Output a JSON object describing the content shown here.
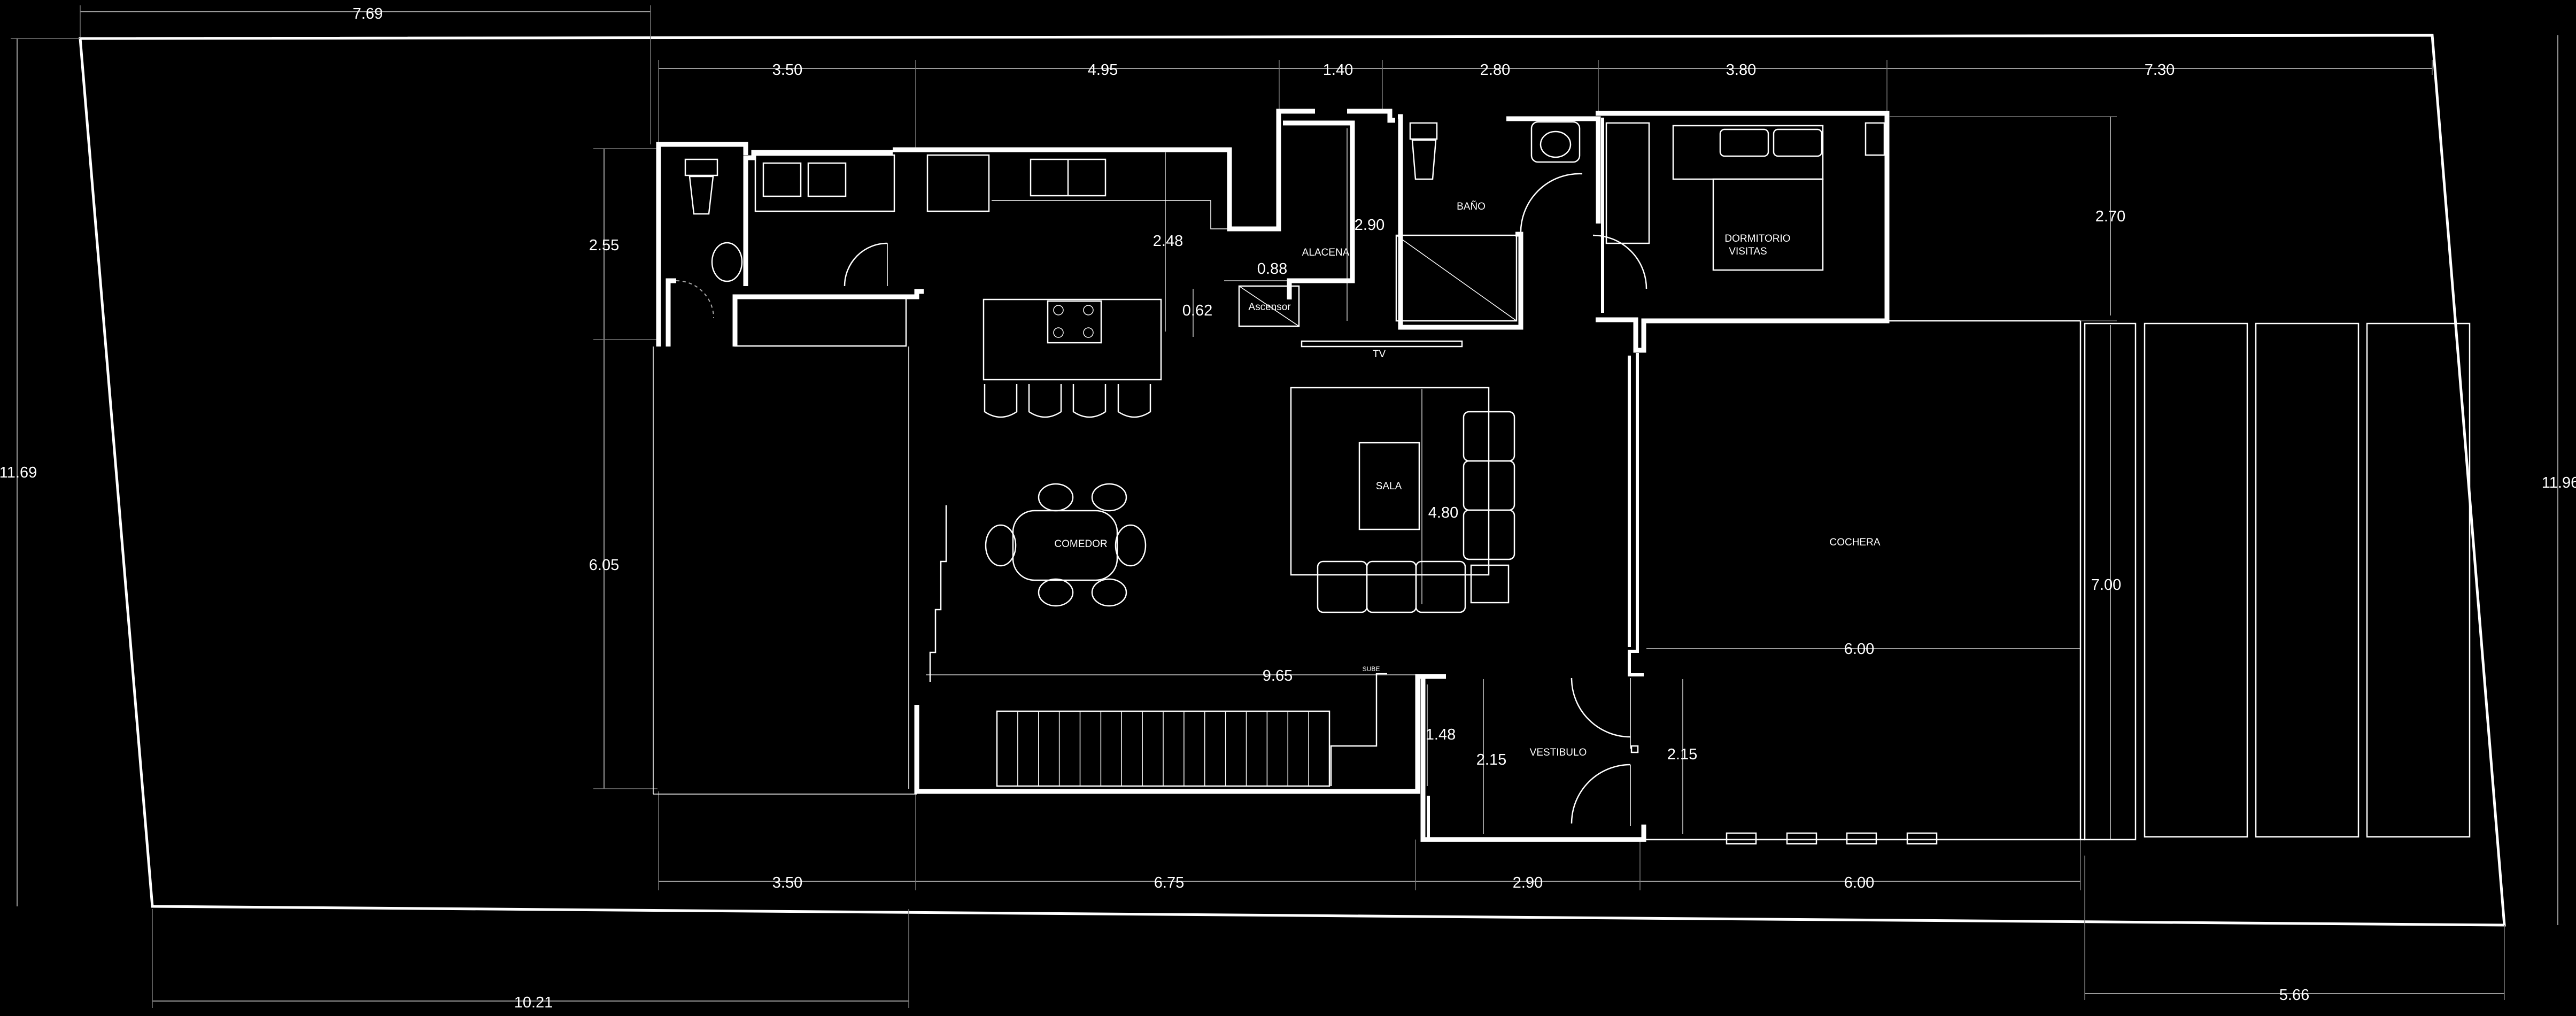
{
  "plan": {
    "rooms": {
      "bano": "BAÑO",
      "alacena": "ALACENA",
      "dormitorio_line1": "DORMITORIO",
      "dormitorio_line2": "VISITAS",
      "ascensor": "Ascensor",
      "tv": "TV",
      "sala": "SALA",
      "comedor": "COMEDOR",
      "cochera": "COCHERA",
      "vestibulo": "VESTIBULO",
      "sube": "SUBE"
    },
    "dimensions": {
      "top_lot": "7.69",
      "top_1": "3.50",
      "top_2": "4.95",
      "top_3": "1.40",
      "top_4": "2.80",
      "top_5": "3.80",
      "top_6": "7.30",
      "left_lot": "11.69",
      "right_lot": "11.96",
      "left_1": "2.55",
      "left_2": "6.05",
      "kitchen_depth": "2.48",
      "alacena_depth": "2.90",
      "ascensor_w": "0.88",
      "ascensor_d": "0.62",
      "sala_depth": "4.80",
      "interior_width": "9.65",
      "dormitorio_depth": "2.70",
      "cochera_depth": "7.00",
      "cochera_width": "6.00",
      "stair_step": "1.48",
      "vestibulo_a": "2.15",
      "vestibulo_b": "2.15",
      "bottom_1": "3.50",
      "bottom_2": "6.75",
      "bottom_3": "2.90",
      "bottom_4": "6.00",
      "bottom_lot": "10.21",
      "bottom_right": "5.66"
    }
  }
}
